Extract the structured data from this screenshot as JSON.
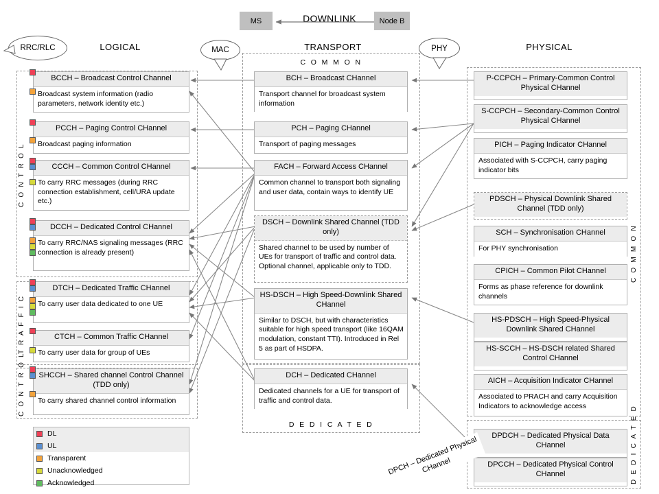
{
  "header": {
    "ms": "MS",
    "direction": "DOWNLINK",
    "nodeb": "Node B"
  },
  "bubbles": {
    "rrc": "RRC/RLC",
    "mac": "MAC",
    "phy": "PHY"
  },
  "columns": {
    "logical": "LOGICAL",
    "transport": "TRANSPORT",
    "physical": "PHYSICAL"
  },
  "group_labels": {
    "transport_common": "C O M M O N",
    "transport_dedicated": "D E D I C A T E D",
    "logical_control_1": "C O N T R O L",
    "logical_traffic": "T R A F F I C",
    "logical_control_2": "C O N T R O L",
    "physical_common": "C O M M O N",
    "physical_dedicated": "D E D I C A T E D"
  },
  "logical_channels": [
    {
      "title": "BCCH – Broadcast Control Channel",
      "desc": "Broadcast system information (radio parameters, network identity etc.)",
      "header_markers": [
        "DL"
      ],
      "body_markers": [
        "Transparent"
      ]
    },
    {
      "title": "PCCH – Paging Control CHannel",
      "desc": "Broadcast paging information",
      "header_markers": [
        "DL"
      ],
      "body_markers": [
        "Transparent"
      ]
    },
    {
      "title": "CCCH – Common Control CHannel",
      "desc": "To carry RRC messages (during RRC connection establishment, cell/URA update etc.)",
      "header_markers": [
        "DL",
        "UL"
      ],
      "body_markers": [
        "Unacknowledged"
      ]
    },
    {
      "title": "DCCH – Dedicated Control CHannel",
      "desc": "To carry RRC/NAS signaling messages (RRC connection is already present)",
      "header_markers": [
        "DL",
        "UL"
      ],
      "body_markers": [
        "Transparent",
        "Unacknowledged",
        "Acknowledged"
      ]
    },
    {
      "title": "DTCH – Dedicated Traffic CHannel",
      "desc": "To carry user data dedicated to one UE",
      "header_markers": [
        "DL",
        "UL"
      ],
      "body_markers": [
        "Transparent",
        "Unacknowledged",
        "Acknowledged"
      ]
    },
    {
      "title": "CTCH – Common Traffic CHannel",
      "desc": "To carry user data for group of UEs",
      "header_markers": [
        "DL"
      ],
      "body_markers": [
        "Unacknowledged"
      ]
    },
    {
      "title": "SHCCH – Shared channel Control Channel (TDD only)",
      "desc": "To carry shared channel control information",
      "header_markers": [
        "DL",
        "UL"
      ],
      "body_markers": [
        "Transparent"
      ]
    }
  ],
  "transport_channels": [
    {
      "title": "BCH – Broadcast CHannel",
      "desc": "Transport channel for broadcast system information",
      "dashed": false
    },
    {
      "title": "PCH – Paging CHannel",
      "desc": "Transport of paging messages",
      "dashed": false
    },
    {
      "title": "FACH – Forward Access CHannel",
      "desc": "Common channel to transport both signaling and user data, contain ways to identify UE",
      "dashed": false
    },
    {
      "title": "DSCH – Downlink Shared Channel (TDD only)",
      "desc": "Shared channel to be used by number of UEs for transport of traffic and control data. Optional channel, applicable only to TDD.",
      "dashed": true
    },
    {
      "title": "HS-DSCH – High Speed-Downlink Shared CHannel",
      "desc": "Similar to DSCH, but with characteristics suitable for high speed transport (like 16QAM modulation, constant TTI). Introduced in Rel 5 as part of HSDPA.",
      "dashed": false
    },
    {
      "title": "DCH – Dedicated CHannel",
      "desc": "Dedicated channels for a UE for transport of traffic and control data.",
      "dashed": false
    }
  ],
  "physical_channels": [
    {
      "title": "P-CCPCH – Primary-Common Control Physical CHannel",
      "desc": "",
      "dashed": false
    },
    {
      "title": "S-CCPCH – Secondary-Common Control Physical CHannel",
      "desc": "",
      "dashed": false
    },
    {
      "title": "PICH – Paging Indicator CHannel",
      "desc": "Associated with S-CCPCH, carry paging indicator bits",
      "dashed": false
    },
    {
      "title": "PDSCH – Physical Downlink Shared Channel (TDD only)",
      "desc": "",
      "dashed": true
    },
    {
      "title": "SCH – Synchronisation CHannel",
      "desc": "For PHY synchronisation",
      "dashed": false
    },
    {
      "title": "CPICH – Common Pilot CHannel",
      "desc": "Forms as phase reference for downlink channels",
      "dashed": false
    },
    {
      "title": "HS-PDSCH – High Speed-Physical Downlink Shared CHannel",
      "desc": "",
      "dashed": false
    },
    {
      "title": "HS-SCCH – HS-DSCH related Shared Control CHannel",
      "desc": "",
      "dashed": false
    },
    {
      "title": "AICH – Acquisition Indicator CHannel",
      "desc": "Associated to PRACH and carry Acquisition Indicators to acknowledge access",
      "dashed": false
    },
    {
      "title": "DPDCH – Dedicated Physical Data CHannel",
      "desc": "",
      "dashed": false
    },
    {
      "title": "DPCCH – Dedicated Physical Control CHannel",
      "desc": "",
      "dashed": false
    }
  ],
  "dpch_label": "DPCH – Dedicated Physical CHannel",
  "legend": [
    {
      "label": "DL",
      "color": "#ef4056"
    },
    {
      "label": "UL",
      "color": "#5b8fd0"
    },
    {
      "label": "Transparent",
      "color": "#f3a33c"
    },
    {
      "label": "Unacknowledged",
      "color": "#d6d93c"
    },
    {
      "label": "Acknowledged",
      "color": "#5fbb5f"
    }
  ],
  "marker_colors": {
    "DL": "#ef4056",
    "UL": "#5b8fd0",
    "Transparent": "#f3a33c",
    "Unacknowledged": "#d6d93c",
    "Acknowledged": "#5fbb5f"
  }
}
